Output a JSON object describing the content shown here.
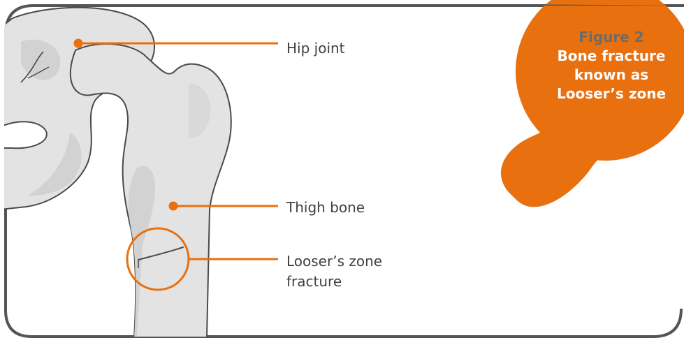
{
  "figure": {
    "number": "Figure 2",
    "title_lines": [
      "Bone fracture",
      "known as",
      "Looser’s zone"
    ]
  },
  "labels": {
    "hip_joint": "Hip joint",
    "thigh_bone": "Thigh bone",
    "loosers_zone_line1": "Looser’s zone",
    "loosers_zone_line2": "fracture"
  },
  "colors": {
    "accent": "#e8700f",
    "figure_number": "#6b6b6b",
    "title_text": "#ffffff",
    "label_text": "#404040",
    "frame": "#555555",
    "bone_fill": "#e3e3e3",
    "bone_shadow": "#d2d2d2",
    "bone_outline": "#4a4a4a"
  }
}
